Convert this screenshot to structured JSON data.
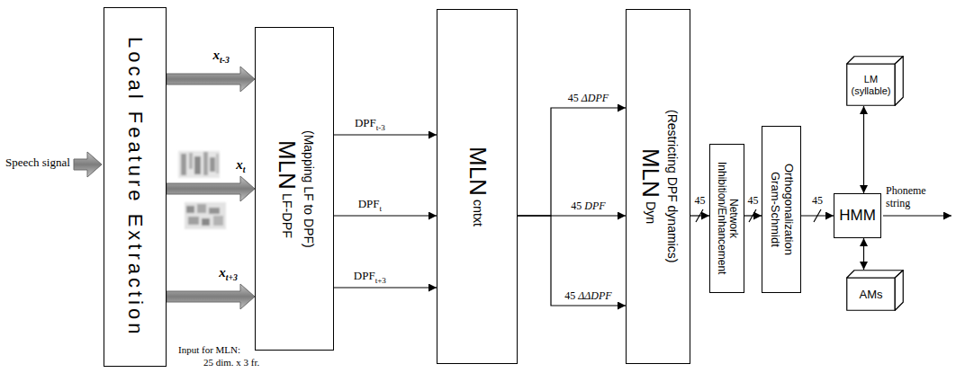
{
  "diagram": {
    "nodes": [
      {
        "text": [
          "Local Feature Extraction"
        ]
      },
      {
        "text": [
          "MLN LF-DPF",
          "(Mapping LF to DPF)"
        ]
      },
      {
        "text": [
          "MLN cntxt"
        ]
      },
      {
        "text": [
          "MLN Dyn",
          "(Restricting DPF dynamics)"
        ]
      },
      {
        "text": [
          "Inhibition/Enhancement Network"
        ]
      },
      {
        "text": [
          "Gram-Schmidt Orthogonalization"
        ]
      },
      {
        "text": [
          "HMM"
        ]
      },
      {
        "text": [
          "LM (syllable)"
        ]
      },
      {
        "text": [
          "AMs"
        ]
      }
    ],
    "edges": [
      {
        "from": 0,
        "to": 1,
        "arrow": "to",
        "label": "xt-3"
      },
      {
        "from": 0,
        "to": 1,
        "arrow": "to",
        "label": "xt"
      },
      {
        "from": 0,
        "to": 1,
        "arrow": "to",
        "label": "xt+3"
      },
      {
        "from": 1,
        "to": 2,
        "arrow": "to",
        "label": "DPFt-3"
      },
      {
        "from": 1,
        "to": 2,
        "arrow": "to",
        "label": "DPFt"
      },
      {
        "from": 1,
        "to": 2,
        "arrow": "to",
        "label": "DPFt+3"
      },
      {
        "from": 2,
        "to": 3,
        "arrow": "to",
        "label": "45 ΔDPF"
      },
      {
        "from": 2,
        "to": 3,
        "arrow": "to",
        "label": "45 DPF"
      },
      {
        "from": 2,
        "to": 3,
        "arrow": "to",
        "label": "45 ΔΔDPF"
      },
      {
        "from": 3,
        "to": 4,
        "arrow": "to",
        "label": "45"
      },
      {
        "from": 4,
        "to": 5,
        "arrow": "to",
        "label": "45"
      },
      {
        "from": 5,
        "to": 6,
        "arrow": "to",
        "label": "45"
      },
      {
        "from": 6,
        "to": 7,
        "arrow": "both"
      },
      {
        "from": 6,
        "to": 8,
        "arrow": "both"
      }
    ],
    "labels": [
      "Speech signal",
      "Input for MLN:",
      "25 dim. x 3 fr.",
      "Phoneme string"
    ]
  }
}
